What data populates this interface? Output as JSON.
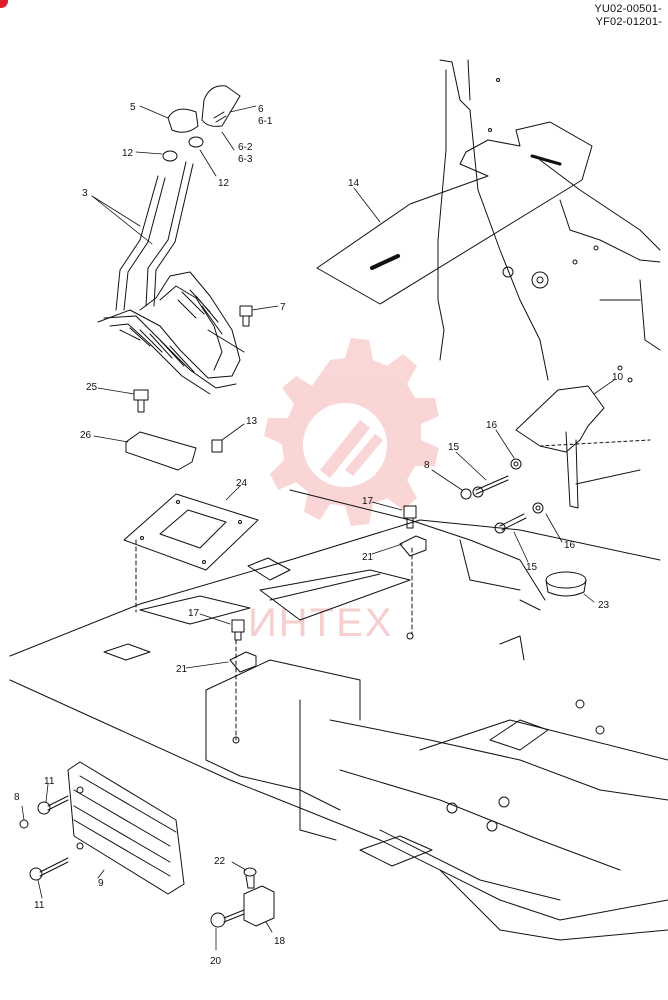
{
  "header": {
    "code_line_1": "YU02-00501-",
    "code_line_2": "YF02-01201-"
  },
  "watermark": {
    "text": "ИНТЕХ",
    "color": "#f2a7a7"
  },
  "badge_color": "#e21d2b",
  "callouts": [
    {
      "id": "c5",
      "label": "5"
    },
    {
      "id": "c6",
      "label": "6"
    },
    {
      "id": "c6-1",
      "label": "6-1"
    },
    {
      "id": "c12a",
      "label": "12"
    },
    {
      "id": "c6-2",
      "label": "6-2"
    },
    {
      "id": "c6-3",
      "label": "6-3"
    },
    {
      "id": "c12b",
      "label": "12"
    },
    {
      "id": "c3",
      "label": "3"
    },
    {
      "id": "c14",
      "label": "14"
    },
    {
      "id": "c7",
      "label": "7"
    },
    {
      "id": "c25",
      "label": "25"
    },
    {
      "id": "c10",
      "label": "10"
    },
    {
      "id": "c13",
      "label": "13"
    },
    {
      "id": "c26",
      "label": "26"
    },
    {
      "id": "c16a",
      "label": "16"
    },
    {
      "id": "c15a",
      "label": "15"
    },
    {
      "id": "c8a",
      "label": "8"
    },
    {
      "id": "c24",
      "label": "24"
    },
    {
      "id": "c17a",
      "label": "17"
    },
    {
      "id": "c21a",
      "label": "21"
    },
    {
      "id": "c16b",
      "label": "16"
    },
    {
      "id": "c15b",
      "label": "15"
    },
    {
      "id": "c23",
      "label": "23"
    },
    {
      "id": "c17b",
      "label": "17"
    },
    {
      "id": "c21b",
      "label": "21"
    },
    {
      "id": "c11a",
      "label": "11"
    },
    {
      "id": "c8b",
      "label": "8"
    },
    {
      "id": "c22",
      "label": "22"
    },
    {
      "id": "c11b",
      "label": "11"
    },
    {
      "id": "c9",
      "label": "9"
    },
    {
      "id": "c18",
      "label": "18"
    },
    {
      "id": "c20",
      "label": "20"
    }
  ]
}
